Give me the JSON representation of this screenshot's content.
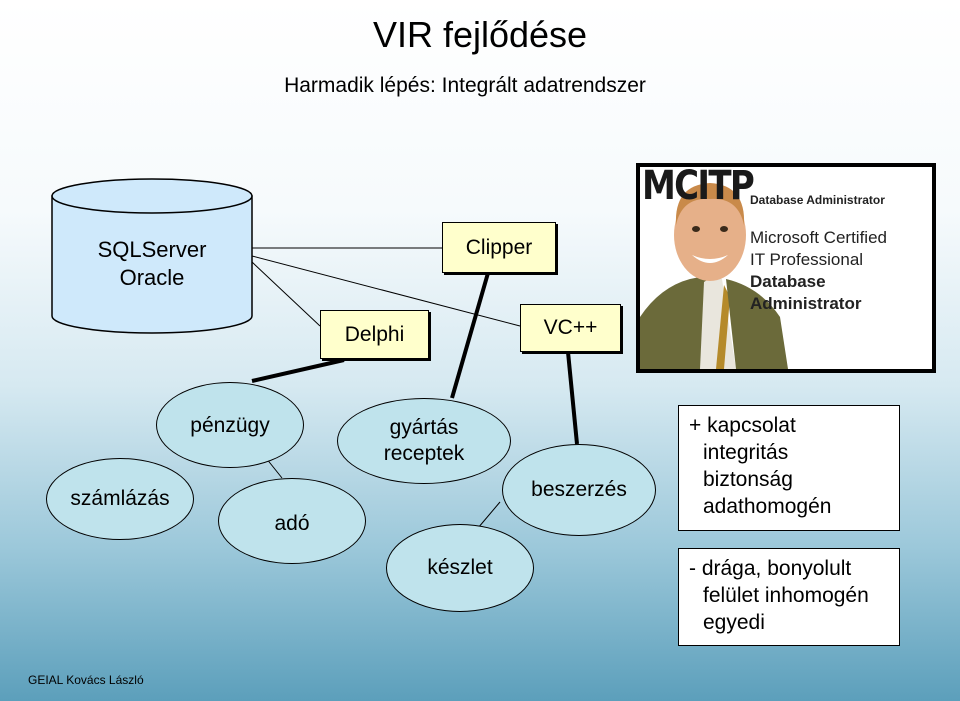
{
  "slide": {
    "title": "VIR fejlődése",
    "subtitle": "Harmadik lépés: Integrált adatrendszer",
    "footer": "GEIAL Kovács László"
  },
  "database": {
    "line1": "SQLServer",
    "line2": "Oracle"
  },
  "tools": {
    "clipper": "Clipper",
    "delphi": "Delphi",
    "vcpp": "VC++"
  },
  "modules": {
    "penzugy": "pénzügy",
    "szamlazas": "számlázás",
    "ado": "adó",
    "gyartas_line1": "gyártás",
    "gyartas_line2": "receptek",
    "beszerzes": "beszerzés",
    "keszlet": "készlet"
  },
  "pros": {
    "line1": "+ kapcsolat",
    "line2": "integritás",
    "line3": "biztonság",
    "line4": "adathomogén"
  },
  "cons": {
    "line1": "- drága, bonyolult",
    "line2": "felület inhomogén",
    "line3": "egyedi"
  },
  "badge": {
    "logo": "MCITP",
    "tag": "Database Administrator",
    "cert_line1": "Microsoft Certified",
    "cert_line2": "IT Professional",
    "cert_line3": "Database Administrator"
  },
  "colors": {
    "tool_box_fill": "#ffffcc",
    "module_fill": "#bfe3ec",
    "database_fill": "#cfe9fb"
  }
}
